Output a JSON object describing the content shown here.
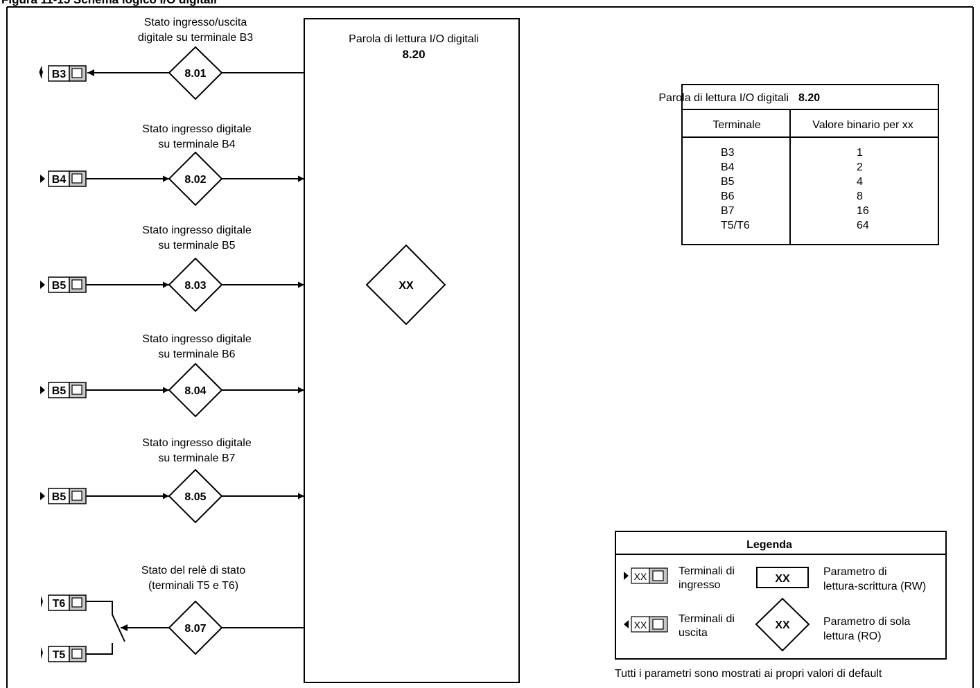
{
  "header_partial": "Figura 11-15 Schema logico I/O digitali",
  "blocks": {
    "b3": {
      "label_l1": "Stato ingresso/uscita",
      "label_l2": "digitale su terminale B3",
      "terminal": "B3",
      "param": "8.01"
    },
    "b4": {
      "label_l1": "Stato ingresso digitale",
      "label_l2": "su terminale B4",
      "terminal": "B4",
      "param": "8.02"
    },
    "b5": {
      "label_l1": "Stato ingresso digitale",
      "label_l2": "su terminale B5",
      "terminal": "B5",
      "param": "8.03"
    },
    "b6": {
      "label_l1": "Stato ingresso digitale",
      "label_l2": "su terminale B6",
      "terminal": "B5",
      "param": "8.04"
    },
    "b7": {
      "label_l1": "Stato ingresso digitale",
      "label_l2": "su terminale B7",
      "terminal": "B5",
      "param": "8.05"
    },
    "relay": {
      "label_l1": "Stato del relè di stato",
      "label_l2": "(terminali T5 e T6)",
      "terminal_a": "T6",
      "terminal_b": "T5",
      "param": "8.07"
    }
  },
  "word_box": {
    "title": "Parola di lettura I/O digitali",
    "param": "8.20",
    "center": "XX"
  },
  "table": {
    "title": "Parola di lettura I/O digitali",
    "title_param": "8.20",
    "col1": "Terminale",
    "col2": "Valore binario per xx",
    "rows": [
      {
        "terminal": "B3",
        "value": "1"
      },
      {
        "terminal": "B4",
        "value": "2"
      },
      {
        "terminal": "B5",
        "value": "4"
      },
      {
        "terminal": "B6",
        "value": "8"
      },
      {
        "terminal": "B7",
        "value": "16"
      },
      {
        "terminal": "T5/T6",
        "value": "64"
      }
    ]
  },
  "legend": {
    "title": "Legenda",
    "xx": "XX",
    "input_l1": "Terminali di",
    "input_l2": "ingresso",
    "output_l1": "Terminali di",
    "output_l2": "uscita",
    "rw_l1": "Parametro di",
    "rw_l2": "lettura-scrittura (RW)",
    "ro_l1": "Parametro di sola",
    "ro_l2": "lettura (RO)"
  },
  "footer_note": "Tutti i parametri sono mostrati ai propri valori di default",
  "colors": {
    "terminal_fill": "#c8c8c8",
    "line": "#000000"
  }
}
